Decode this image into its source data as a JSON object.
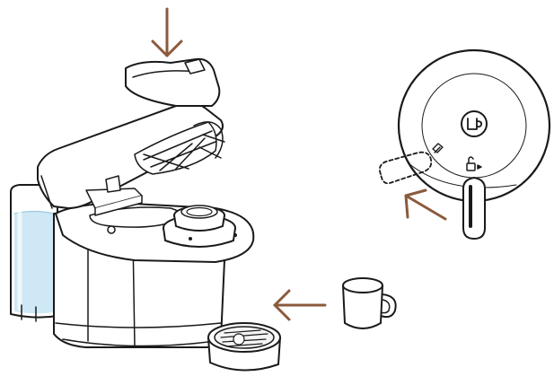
{
  "colors": {
    "outline": "#1a1a1a",
    "arrow": "#8b5a3c",
    "water": "#cfe8f5",
    "water_light": "#e8f4fb",
    "cup_slot": "#f4f4f4",
    "background": "#ffffff"
  },
  "icons": {
    "cup_button": "cup-icon",
    "capsule_symbol": "capsule-icon",
    "unlock_symbol": "unlock-icon"
  },
  "arrows": [
    {
      "name": "insert-capsule-arrow",
      "direction": "down"
    },
    {
      "name": "rotate-lever-arrow",
      "direction": "up-left"
    },
    {
      "name": "place-cup-arrow",
      "direction": "left"
    }
  ]
}
